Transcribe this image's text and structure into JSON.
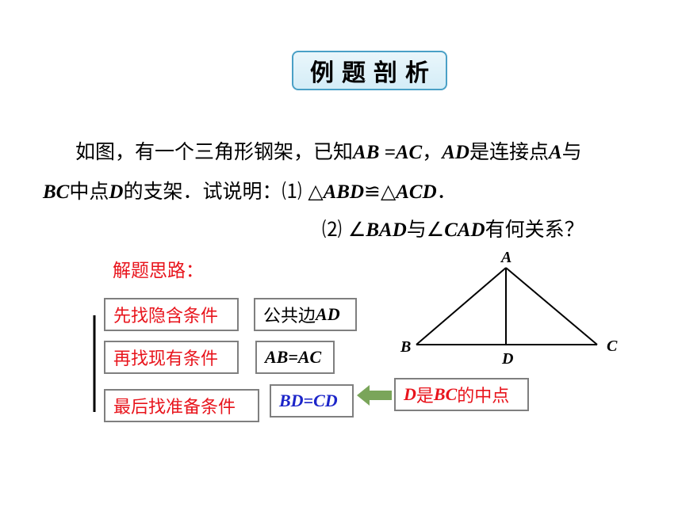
{
  "title": "例题剖析",
  "problem": {
    "line1": {
      "t1": "如图，有一个三角形钢架，已知",
      "m1": "AB =AC",
      "t2": "，",
      "m2": "AD",
      "t3": "是连接点",
      "m3": "A",
      "t4": "与"
    },
    "line2": {
      "m1": "BC",
      "t1": "中点",
      "m2": "D",
      "t2": "的支架．试说明：⑴ △",
      "m3": "ABD",
      "t3": "≌△",
      "m4": "ACD",
      "t4": "．"
    },
    "line3": {
      "t1": "⑵ ∠",
      "m1": "BAD",
      "t2": "与∠",
      "m2": "CAD",
      "t3": "有何关系？"
    }
  },
  "hint_heading": "解题思路：",
  "steps": [
    {
      "label": "先找隐含条件",
      "answer_text": "公共边",
      "answer_math": "AD"
    },
    {
      "label": "再找现有条件",
      "answer_math": "AB=AC"
    },
    {
      "label": "最后找准备条件",
      "answer_math": "BD=CD"
    }
  ],
  "reason": {
    "math": "D",
    "text1": "是",
    "math2": "BC",
    "text2": "的中点"
  },
  "figure": {
    "labels": {
      "A": "A",
      "B": "B",
      "C": "C",
      "D": "D"
    }
  },
  "colors": {
    "title_border": "#4aa0c6",
    "red": "#e8141c",
    "blue": "#1c25c9",
    "arrow": "#7aa55a"
  }
}
